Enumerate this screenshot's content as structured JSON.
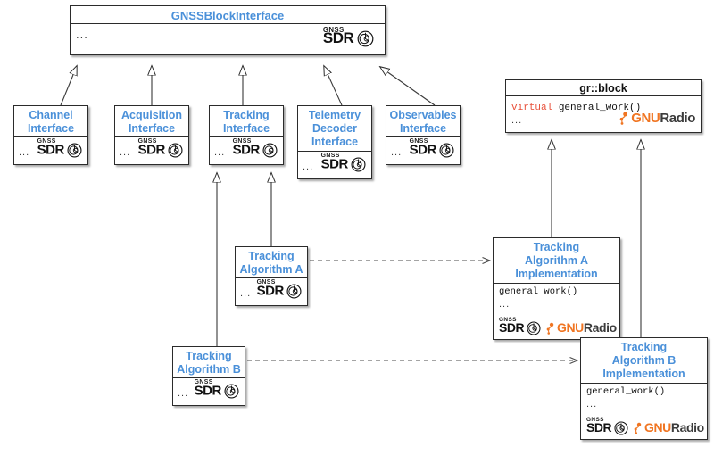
{
  "diagram": {
    "title": "GNSS-SDR block interface class diagram",
    "background": "#ffffff",
    "colors": {
      "class_title_blue": "#4a90d9",
      "class_title_black": "#111111",
      "keyword_red": "#e8503a",
      "gnuradio_orange": "#f07522",
      "gnuradio_gray": "#3b3b3b",
      "border": "#2b2b2b"
    },
    "ellipsis": "...",
    "logos": {
      "sdr_top": "GNSS",
      "sdr_main": "SDR",
      "gnuradio_gnu": "GNU",
      "gnuradio_radio": "Radio"
    }
  },
  "classes": {
    "gnss_block_interface": {
      "name": "GNSSBlockInterface",
      "members": "...",
      "logos": [
        "gnss-sdr-logo"
      ]
    },
    "channel_interface": {
      "name": "Channel\nInterface",
      "members": "...",
      "logos": [
        "gnss-sdr-logo"
      ]
    },
    "acquisition_interface": {
      "name": "Acquisition\nInterface",
      "members": "...",
      "logos": [
        "gnss-sdr-logo"
      ]
    },
    "tracking_interface": {
      "name": "Tracking\nInterface",
      "members": "...",
      "logos": [
        "gnss-sdr-logo"
      ]
    },
    "telemetry_decoder_interface": {
      "name": "Telemetry\nDecoder\nInterface",
      "members": "...",
      "logos": [
        "gnss-sdr-logo"
      ]
    },
    "observables_interface": {
      "name": "Observables\nInterface",
      "members": "...",
      "logos": [
        "gnss-sdr-logo"
      ]
    },
    "gr_block": {
      "name": "gr::block",
      "method_keyword": "virtual",
      "method_signature": " general_work()",
      "members": "...",
      "logos": [
        "gnuradio-logo"
      ]
    },
    "tracking_algorithm_a": {
      "name": "Tracking\nAlgorithm A",
      "members": "...",
      "logos": [
        "gnss-sdr-logo"
      ]
    },
    "tracking_algorithm_b": {
      "name": "Tracking\nAlgorithm B",
      "members": "...",
      "logos": [
        "gnss-sdr-logo"
      ]
    },
    "tracking_algorithm_a_impl": {
      "name": "Tracking\nAlgorithm A\nImplementation",
      "method_signature": "general_work()",
      "members": "...",
      "logos": [
        "gnss-sdr-logo",
        "gnuradio-logo"
      ]
    },
    "tracking_algorithm_b_impl": {
      "name": "Tracking\nAlgorithm B\nImplementation",
      "method_signature": "general_work()",
      "members": "...",
      "logos": [
        "gnss-sdr-logo",
        "gnuradio-logo"
      ]
    }
  },
  "relationships": [
    {
      "from": "channel_interface",
      "to": "gnss_block_interface",
      "type": "generalization"
    },
    {
      "from": "acquisition_interface",
      "to": "gnss_block_interface",
      "type": "generalization"
    },
    {
      "from": "tracking_interface",
      "to": "gnss_block_interface",
      "type": "generalization"
    },
    {
      "from": "telemetry_decoder_interface",
      "to": "gnss_block_interface",
      "type": "generalization"
    },
    {
      "from": "observables_interface",
      "to": "gnss_block_interface",
      "type": "generalization"
    },
    {
      "from": "tracking_algorithm_a",
      "to": "tracking_interface",
      "type": "generalization"
    },
    {
      "from": "tracking_algorithm_b",
      "to": "tracking_interface",
      "type": "generalization"
    },
    {
      "from": "tracking_algorithm_a_impl",
      "to": "gr_block",
      "type": "generalization"
    },
    {
      "from": "tracking_algorithm_b_impl",
      "to": "gr_block",
      "type": "generalization"
    },
    {
      "from": "tracking_algorithm_a",
      "to": "tracking_algorithm_a_impl",
      "type": "dependency"
    },
    {
      "from": "tracking_algorithm_b",
      "to": "tracking_algorithm_b_impl",
      "type": "dependency"
    }
  ]
}
